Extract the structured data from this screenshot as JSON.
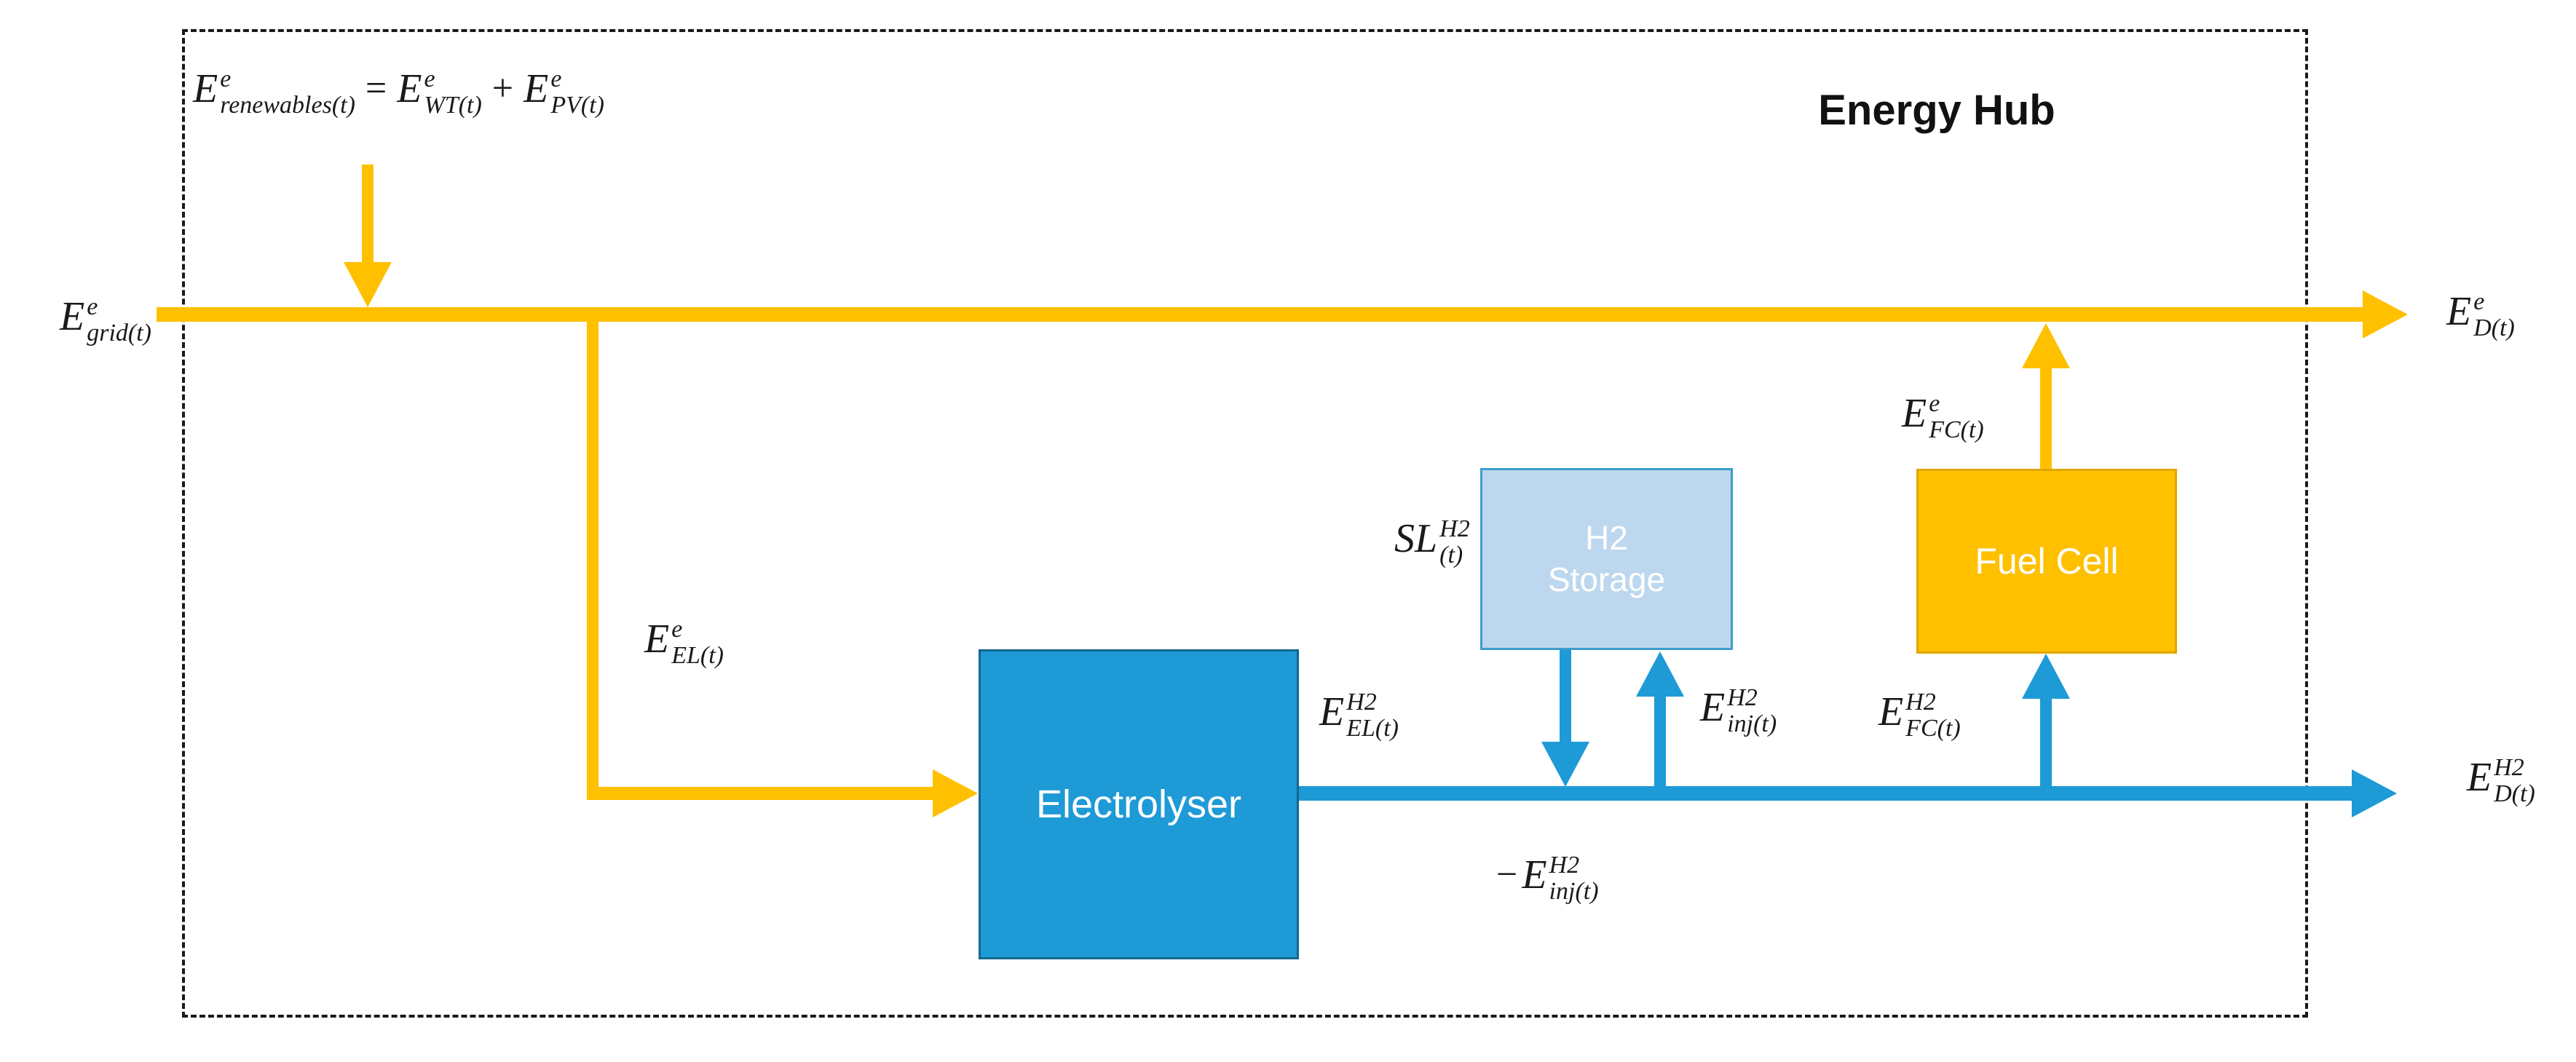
{
  "title": "Energy Hub",
  "colors": {
    "electric": "#FFC000",
    "hydrogen": "#1E9AD6",
    "electrolyser_fill": "#1E9AD6",
    "electrolyser_border": "#13678F",
    "storage_fill": "#BDD7EE",
    "storage_border": "#3D9DCD",
    "fuelcell_fill": "#FFC000",
    "fuelcell_border": "#E3A600",
    "hub_border": "#1A1A1A"
  },
  "boxes": {
    "electrolyser": {
      "label": "Electrolyser"
    },
    "h2_storage": {
      "line1": "H2",
      "line2": "Storage"
    },
    "fuel_cell": {
      "label": "Fuel Cell"
    }
  },
  "equations": {
    "renewables": [
      {
        "base": "E",
        "sup": "e",
        "sub": "renewables(t)"
      },
      {
        "op": "="
      },
      {
        "base": "E",
        "sup": "e",
        "sub": "WT(t)"
      },
      {
        "op": "+"
      },
      {
        "base": "E",
        "sup": "e",
        "sub": "PV(t)"
      }
    ],
    "grid": [
      {
        "base": "E",
        "sup": "e",
        "sub": "grid(t)"
      }
    ],
    "demand_electric": [
      {
        "base": "E",
        "sup": "e",
        "sub": "D(t)"
      }
    ],
    "electrolyser_in": [
      {
        "base": "E",
        "sup": "e",
        "sub": "EL(t)"
      }
    ],
    "electrolyser_out": [
      {
        "base": "E",
        "sup": "H2",
        "sub": "EL(t)"
      }
    ],
    "storage_level": [
      {
        "base": "SL",
        "sup": "H2",
        "sub": "(t)"
      }
    ],
    "injection": [
      {
        "base": "E",
        "sup": "H2",
        "sub": "inj(t)"
      }
    ],
    "injection_negative": [
      {
        "op": "−"
      },
      {
        "base": "E",
        "sup": "H2",
        "sub": "inj(t)"
      }
    ],
    "fuel_cell_in": [
      {
        "base": "E",
        "sup": "H2",
        "sub": "FC(t)"
      }
    ],
    "fuel_cell_out": [
      {
        "base": "E",
        "sup": "e",
        "sub": "FC(t)"
      }
    ],
    "demand_h2": [
      {
        "base": "E",
        "sup": "H2",
        "sub": "D(t)"
      }
    ]
  }
}
